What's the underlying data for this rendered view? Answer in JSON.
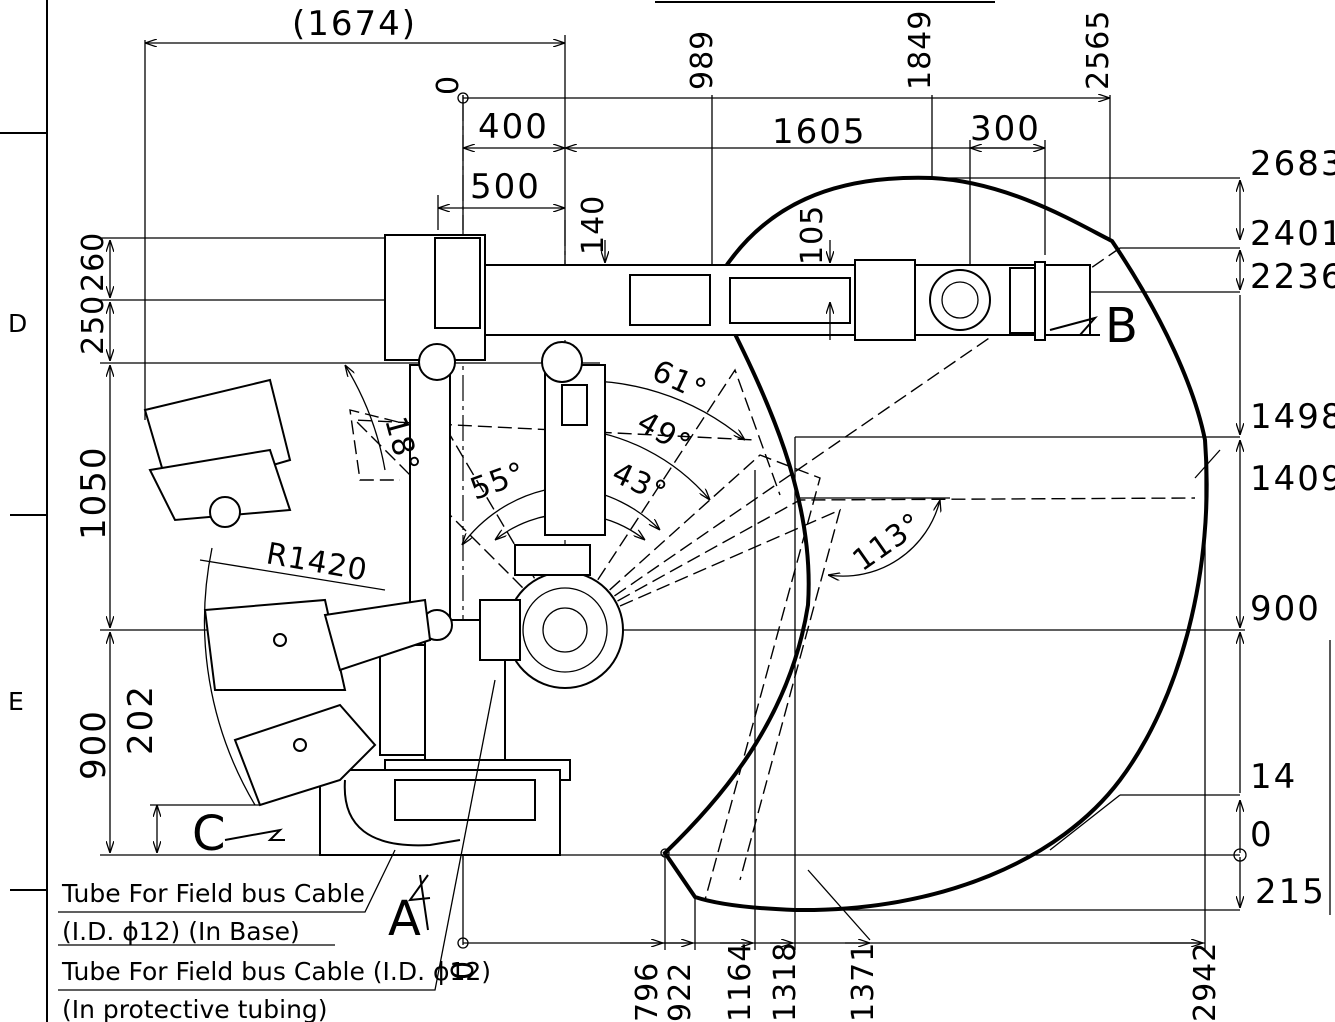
{
  "frame": {
    "zone_d": "D",
    "zone_e": "E"
  },
  "top_dims": {
    "d1674": "(1674)",
    "d400": "400",
    "d500": "500",
    "d1605": "1605",
    "d300": "300",
    "d140": "140",
    "d105": "105",
    "h989": "989",
    "h1849": "1849",
    "h2565": "2565",
    "zero": "0"
  },
  "right_dims": {
    "z2683": "2683",
    "z2401": "2401",
    "z2236": "2236",
    "z1498": "1498",
    "z1409": "1409",
    "z900": "900",
    "z14": "14",
    "z0": "0",
    "z215": "215"
  },
  "left_dims": {
    "d260": "260",
    "d250": "250",
    "d1050": "1050",
    "d900": "900",
    "d202": "202"
  },
  "angles": {
    "a61": "61°",
    "a49": "49°",
    "a18": "18°",
    "a55": "55°",
    "a43": "43°",
    "a113": "113°",
    "r1420": "R1420"
  },
  "bottom_dims": {
    "zero": "0",
    "b796": "796",
    "b922": "922",
    "b1164": "1164",
    "b1318": "1318",
    "b1371": "1371",
    "b2942": "2942"
  },
  "views": {
    "a": "A",
    "b": "B",
    "c": "C"
  },
  "notes": {
    "tube1_line1": "Tube For Field bus Cable",
    "tube1_line2": "(I.D. ϕ12) (In Base)",
    "tube2_line1": "Tube For Field bus Cable  (I.D. ϕ12)",
    "tube2_line2": "(In protective tubing)"
  }
}
